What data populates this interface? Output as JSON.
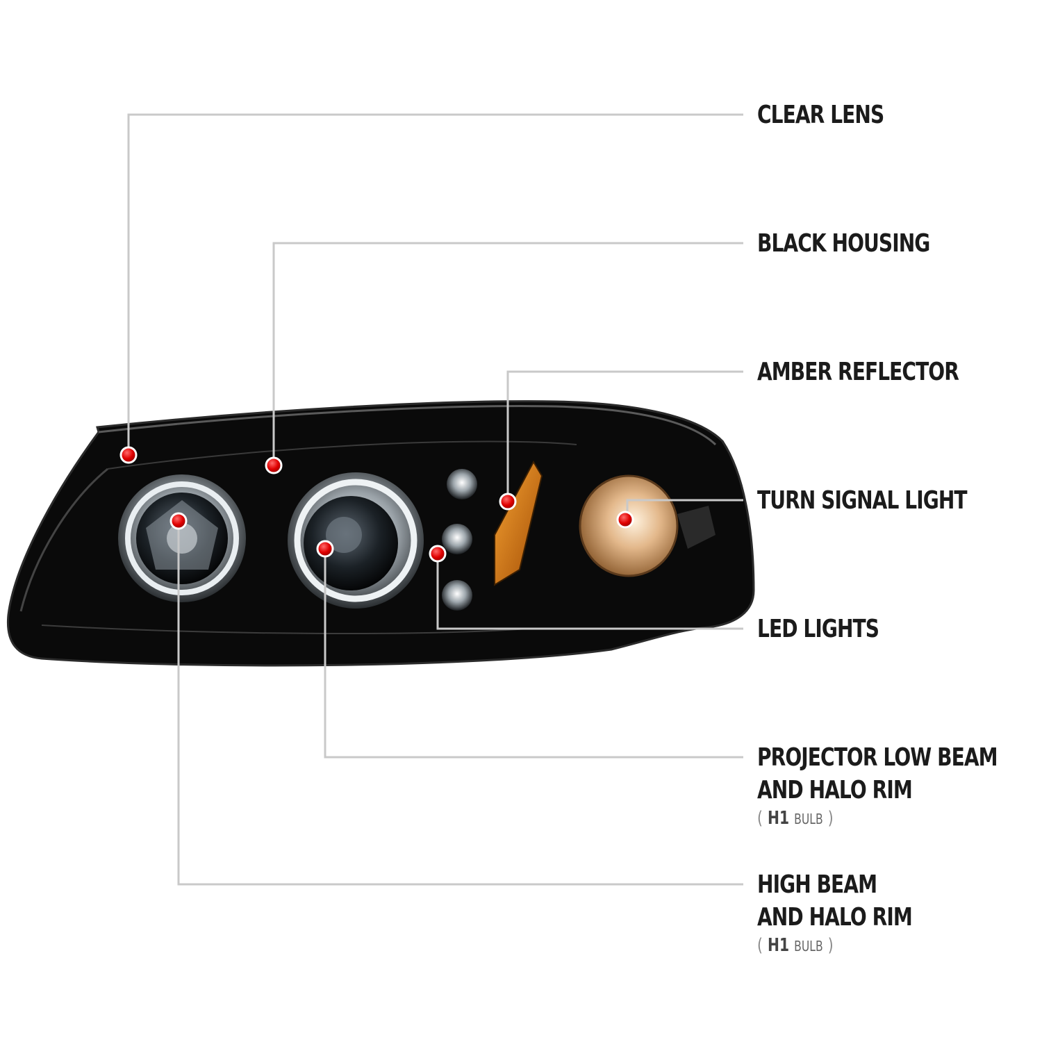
{
  "colors": {
    "leader_line": "#c9c9c9",
    "marker_red": "#e00000",
    "label_text": "#1b1b1b",
    "housing_black": "#0b0b0b",
    "amber": "#d9760a",
    "chrome": "#cfd4d8"
  },
  "callouts": [
    {
      "id": "clear-lens",
      "lines": [
        "CLEAR LENS"
      ]
    },
    {
      "id": "black-housing",
      "lines": [
        "BLACK HOUSING"
      ]
    },
    {
      "id": "amber-reflector",
      "lines": [
        "AMBER REFLECTOR"
      ]
    },
    {
      "id": "turn-signal-light",
      "lines": [
        "TURN SIGNAL LIGHT"
      ]
    },
    {
      "id": "led-lights",
      "lines": [
        "LED LIGHTS"
      ]
    },
    {
      "id": "projector-low-beam",
      "lines": [
        "PROJECTOR LOW BEAM",
        "AND HALO RIM"
      ],
      "note": {
        "open": "(",
        "bulb": "H1",
        "word": "BULB",
        "close": ")"
      }
    },
    {
      "id": "high-beam",
      "lines": [
        "HIGH BEAM",
        "AND HALO RIM"
      ],
      "note": {
        "open": "(",
        "bulb": "H1",
        "word": "BULB",
        "close": ")"
      }
    }
  ]
}
